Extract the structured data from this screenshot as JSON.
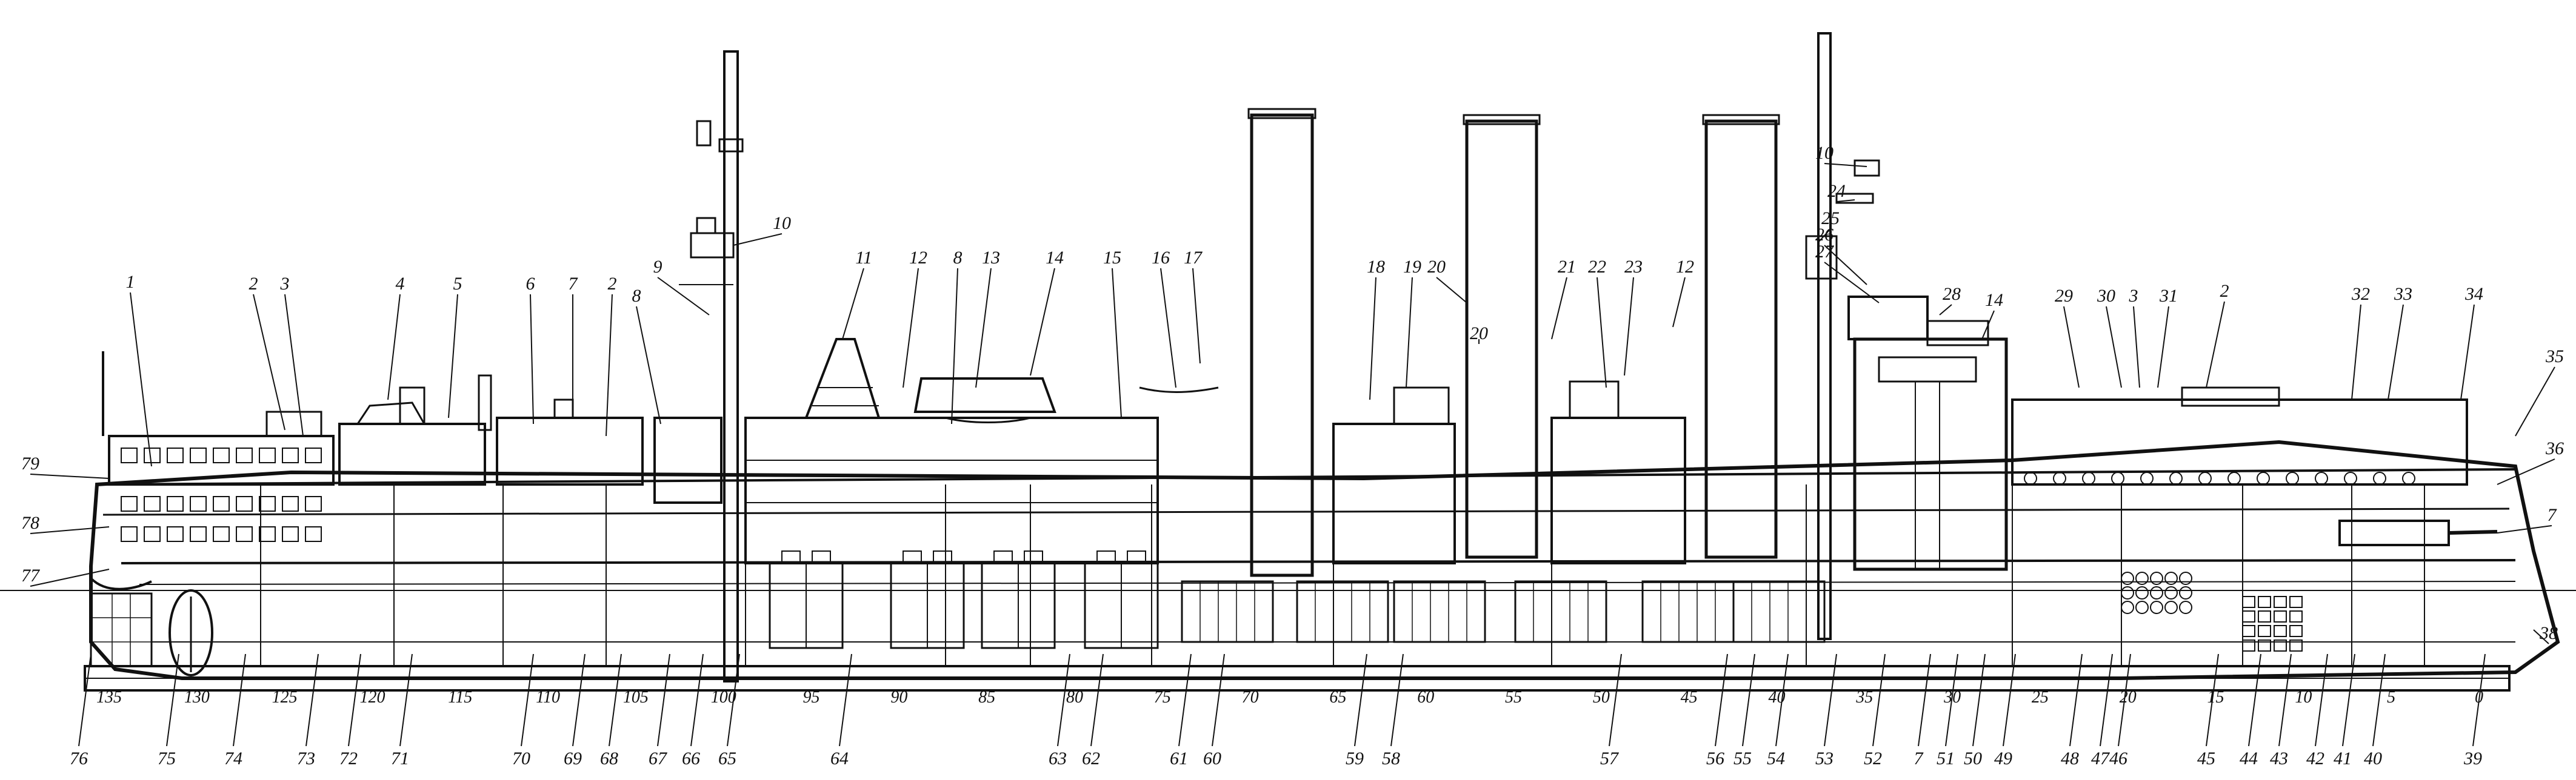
{
  "diagram": {
    "callouts": [
      {
        "id": "c1",
        "label": "1",
        "target": "c1"
      },
      {
        "id": "c2a",
        "label": "2"
      },
      {
        "id": "c3a",
        "label": "3"
      },
      {
        "id": "c4",
        "label": "4"
      },
      {
        "id": "c5",
        "label": "5"
      },
      {
        "id": "c6",
        "label": "6"
      },
      {
        "id": "c7a",
        "label": "7"
      },
      {
        "id": "c2b",
        "label": "2"
      },
      {
        "id": "c8a",
        "label": "8"
      },
      {
        "id": "c9",
        "label": "9"
      },
      {
        "id": "c10a",
        "label": "10"
      },
      {
        "id": "c11",
        "label": "11"
      },
      {
        "id": "c12a",
        "label": "12"
      },
      {
        "id": "c8b",
        "label": "8"
      },
      {
        "id": "c13",
        "label": "13"
      },
      {
        "id": "c14a",
        "label": "14"
      },
      {
        "id": "c15",
        "label": "15"
      },
      {
        "id": "c16",
        "label": "16"
      },
      {
        "id": "c17",
        "label": "17"
      },
      {
        "id": "c18",
        "label": "18"
      },
      {
        "id": "c19",
        "label": "19"
      },
      {
        "id": "c20a",
        "label": "20"
      },
      {
        "id": "c20b",
        "label": "20"
      },
      {
        "id": "c21",
        "label": "21"
      },
      {
        "id": "c22",
        "label": "22"
      },
      {
        "id": "c23",
        "label": "23"
      },
      {
        "id": "c12b",
        "label": "12"
      },
      {
        "id": "c10b",
        "label": "10"
      },
      {
        "id": "c24",
        "label": "24"
      },
      {
        "id": "c25",
        "label": "25"
      },
      {
        "id": "c26",
        "label": "26"
      },
      {
        "id": "c27",
        "label": "27"
      },
      {
        "id": "c28",
        "label": "28"
      },
      {
        "id": "c14b",
        "label": "14"
      },
      {
        "id": "c29",
        "label": "29"
      },
      {
        "id": "c30",
        "label": "30"
      },
      {
        "id": "c3b",
        "label": "3"
      },
      {
        "id": "c31",
        "label": "31"
      },
      {
        "id": "c2c",
        "label": "2"
      },
      {
        "id": "c32",
        "label": "32"
      },
      {
        "id": "c33",
        "label": "33"
      },
      {
        "id": "c34",
        "label": "34"
      },
      {
        "id": "c35",
        "label": "35"
      },
      {
        "id": "c36",
        "label": "36"
      },
      {
        "id": "c7b",
        "label": "7"
      },
      {
        "id": "c38",
        "label": "38"
      },
      {
        "id": "c79",
        "label": "79"
      },
      {
        "id": "c78",
        "label": "78"
      },
      {
        "id": "c77",
        "label": "77"
      }
    ],
    "bottom_labels": [
      "76",
      "75",
      "74",
      "73",
      "72",
      "71",
      "70",
      "69",
      "68",
      "67",
      "66",
      "65",
      "64",
      "63",
      "62",
      "61",
      "60",
      "59",
      "58",
      "57",
      "56",
      "55",
      "54",
      "53",
      "52",
      "7",
      "51",
      "50",
      "49",
      "48",
      "47",
      "46",
      "45",
      "44",
      "43",
      "42",
      "41",
      "40",
      "39"
    ],
    "frame_numbers": [
      "135",
      "130",
      "125",
      "120",
      "115",
      "110",
      "105",
      "100",
      "95",
      "90",
      "85",
      "80",
      "75",
      "70",
      "65",
      "60",
      "55",
      "50",
      "45",
      "40",
      "35",
      "30",
      "25",
      "20",
      "15",
      "10",
      "5",
      "0"
    ]
  }
}
